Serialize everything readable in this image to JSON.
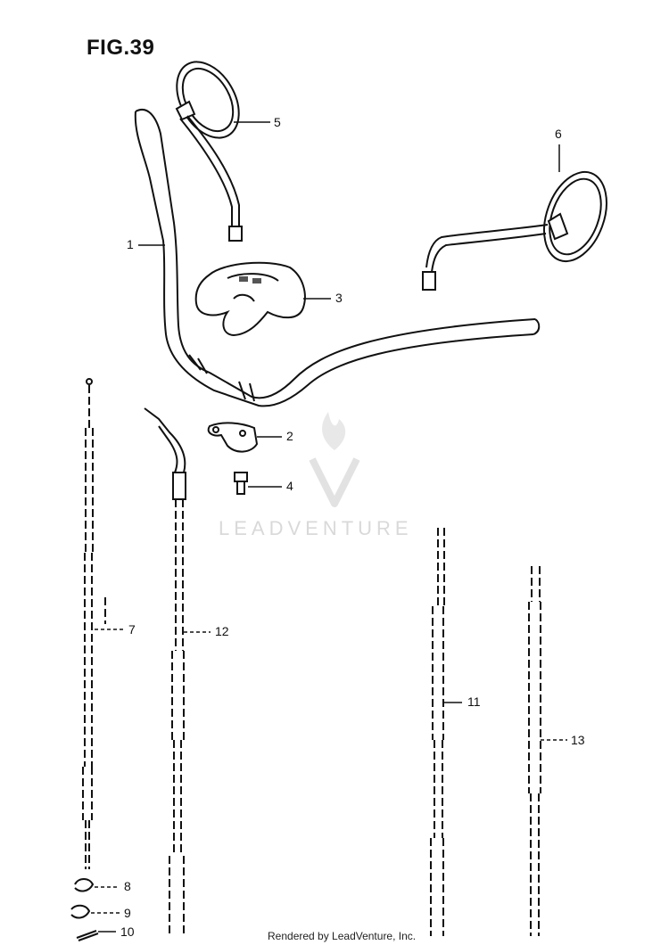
{
  "figure": {
    "title": "FIG.39"
  },
  "parts": [
    {
      "ref": "1",
      "name": "handlebar"
    },
    {
      "ref": "2",
      "name": "bracket"
    },
    {
      "ref": "3",
      "name": "handlebar-holder"
    },
    {
      "ref": "4",
      "name": "bolt"
    },
    {
      "ref": "5",
      "name": "left-mirror"
    },
    {
      "ref": "6",
      "name": "right-mirror"
    },
    {
      "ref": "7",
      "name": "cable"
    },
    {
      "ref": "8",
      "name": "clip"
    },
    {
      "ref": "9",
      "name": "clip"
    },
    {
      "ref": "10",
      "name": "cable-end"
    },
    {
      "ref": "11",
      "name": "cable"
    },
    {
      "ref": "12",
      "name": "cable"
    },
    {
      "ref": "13",
      "name": "cable"
    }
  ],
  "watermark": {
    "text": "LEADVENTURE"
  },
  "footer": {
    "credit": "Rendered by LeadVenture, Inc."
  }
}
